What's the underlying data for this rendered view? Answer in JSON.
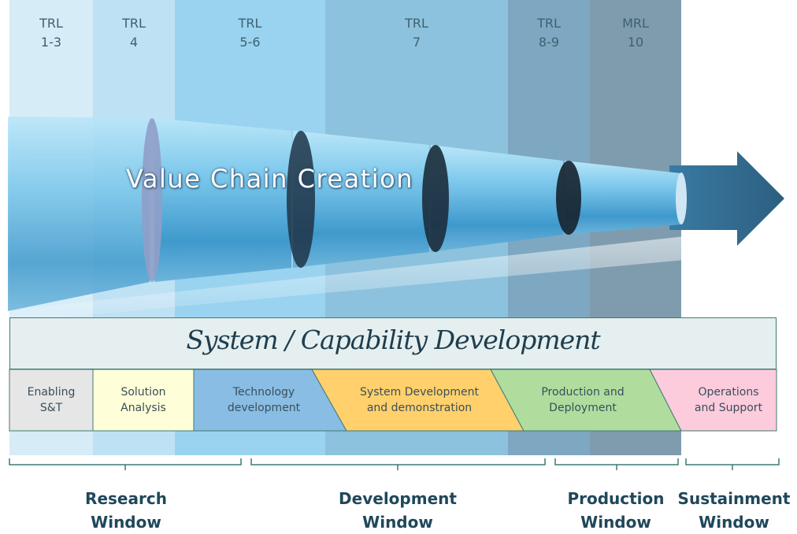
{
  "trl_columns": [
    {
      "top": "TRL",
      "bottom": "1-3",
      "color": "#d6ecf7"
    },
    {
      "top": "TRL",
      "bottom": "4",
      "color": "#bfe1f4"
    },
    {
      "top": "TRL",
      "bottom": "5-6",
      "color": "#99d3ef"
    },
    {
      "top": "TRL",
      "bottom": "7",
      "color": "#8cc2dd"
    },
    {
      "top": "TRL",
      "bottom": "8-9",
      "color": "#7ea8c1"
    },
    {
      "top": "MRL",
      "bottom": "10",
      "color": "#7f9cae"
    }
  ],
  "arrow_label": "Value Chain Creation",
  "system_title": "System / Capability Development",
  "phases": [
    {
      "line1": "Enabling",
      "line2": "S&T",
      "color": "#e6e6e6"
    },
    {
      "line1": "Solution",
      "line2": "Analysis",
      "color": "#fefed8"
    },
    {
      "line1": "Technology",
      "line2": "development",
      "color": "#89bde4"
    },
    {
      "line1": "System Development",
      "line2": "and demonstration",
      "color": "#ffd06b"
    },
    {
      "line1": "Production and",
      "line2": "Deployment",
      "color": "#b0dd9e"
    },
    {
      "line1": "Operations",
      "line2": "and Support",
      "color": "#fccbdc"
    }
  ],
  "windows": [
    {
      "line1": "Research",
      "line2": "Window"
    },
    {
      "line1": "Development",
      "line2": "Window"
    },
    {
      "line1": "Production",
      "line2": "Window"
    },
    {
      "line1": "Sustainment",
      "line2": "Window"
    }
  ]
}
